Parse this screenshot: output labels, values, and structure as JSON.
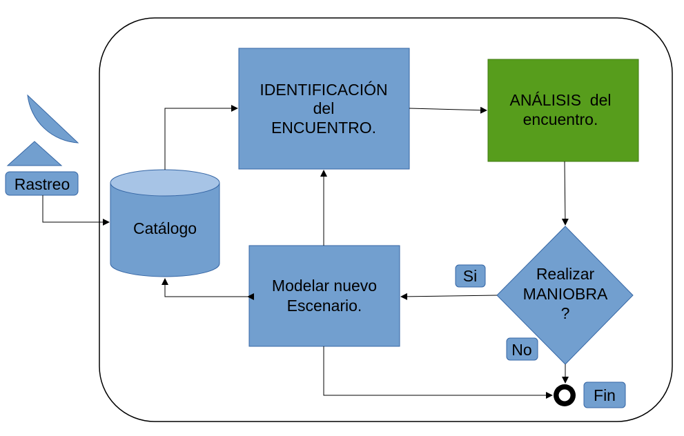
{
  "colors": {
    "box_fill": "#729fcf",
    "box_stroke": "#3465a4",
    "analysis_fill": "#579d1c",
    "analysis_stroke": "#3f7a12",
    "catalog_top": "#a7c4e6",
    "line": "#000000",
    "frame_stroke": "#000000"
  },
  "nodes": {
    "identificacion": {
      "line1": "IDENTIFICACIÓN",
      "line2": "del",
      "line3": "ENCUENTRO."
    },
    "analisis": {
      "line1": "ANÁLISIS  del",
      "line2": "encuentro."
    },
    "catalogo": {
      "label": "Catálogo"
    },
    "modelar": {
      "line1": "Modelar nuevo",
      "line2": "Escenario."
    },
    "decision": {
      "line1": "Realizar",
      "line2": "MANIOBRA",
      "line3": "?"
    },
    "rastreo": {
      "label": "Rastreo",
      "icon": "satellite-dish-icon"
    },
    "fin": {
      "label": "Fin",
      "icon": "end-node-icon"
    }
  },
  "branch_labels": {
    "si": "Si",
    "no": "No"
  }
}
